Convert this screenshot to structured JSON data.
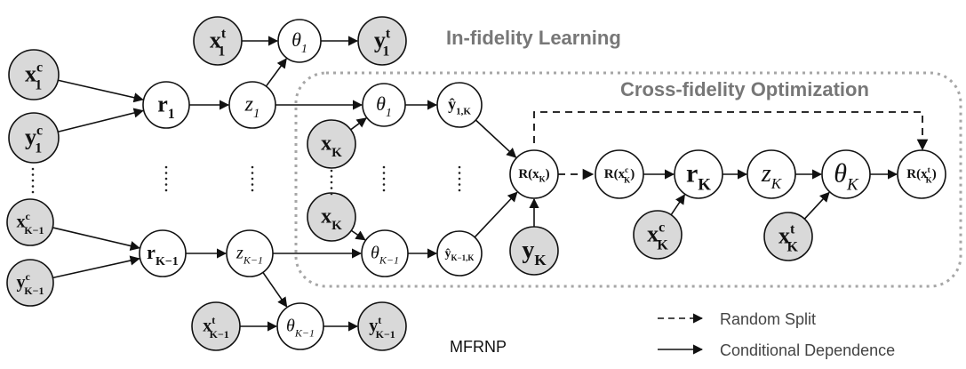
{
  "titles": {
    "infidelity": "In-fidelity Learning",
    "crossfidelity": "Cross-fidelity Optimization"
  },
  "caption": "MFRNP",
  "legend": {
    "random_split": "Random Split",
    "conditional": "Conditional Dependence"
  },
  "colors": {
    "observed_fill": "#d9d9d9",
    "latent_fill": "#ffffff",
    "stroke": "#111111",
    "dashed_box": "#a6a6a6",
    "title_gray": "#777777"
  },
  "nodes": {
    "x1c": {
      "base": "x",
      "sup": "c",
      "sub": "1"
    },
    "y1c": {
      "base": "y",
      "sup": "c",
      "sub": "1"
    },
    "xKm1c": {
      "base": "x",
      "sup": "c",
      "sub": "K−1"
    },
    "yKm1c": {
      "base": "y",
      "sup": "c",
      "sub": "K−1"
    },
    "r1": {
      "base": "r",
      "sub": "1"
    },
    "rKm1": {
      "base": "r",
      "sub": "K−1"
    },
    "z1": {
      "base": "z",
      "sub": "1"
    },
    "zKm1": {
      "base": "z",
      "sub": "K−1"
    },
    "x1t": {
      "base": "x",
      "sup": "t",
      "sub": "1"
    },
    "theta1top": {
      "base": "θ",
      "sub": "1"
    },
    "y1t": {
      "base": "y",
      "sup": "t",
      "sub": "1"
    },
    "xKm1t": {
      "base": "x",
      "sup": "t",
      "sub": "K−1"
    },
    "thetaKm1bot": {
      "base": "θ",
      "sub": "K−1"
    },
    "yKm1t": {
      "base": "y",
      "sup": "t",
      "sub": "K−1"
    },
    "theta1mid": {
      "base": "θ",
      "sub": "1"
    },
    "xKa": {
      "base": "x",
      "sub": "K"
    },
    "xKb": {
      "base": "x",
      "sub": "K"
    },
    "thetaKm1mid": {
      "base": "θ",
      "sub": "K−1"
    },
    "yhat1K": {
      "base": "ŷ",
      "sub": "1,K"
    },
    "yhatKm1K": {
      "base": "ŷ",
      "sub": "K−1,K"
    },
    "RxK": {
      "pre": "R(",
      "base": "x",
      "sub": "K",
      "post": ")"
    },
    "yK": {
      "base": "y",
      "sub": "K"
    },
    "RxKc": {
      "pre": "R(",
      "base": "x",
      "sup": "c",
      "sub": "K",
      "post": ")"
    },
    "rK": {
      "base": "r",
      "sub": "K"
    },
    "xKc": {
      "base": "x",
      "sup": "c",
      "sub": "K"
    },
    "zK": {
      "base": "z",
      "sub": "K"
    },
    "thetaK": {
      "base": "θ",
      "sub": "K"
    },
    "xKt": {
      "base": "x",
      "sup": "t",
      "sub": "K"
    },
    "RxKt": {
      "pre": "R(",
      "base": "x",
      "sup": "t",
      "sub": "K",
      "post": ")"
    }
  }
}
